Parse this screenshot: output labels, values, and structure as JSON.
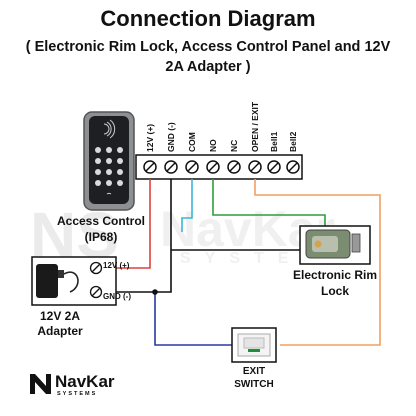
{
  "header": {
    "title": "Connection Diagram",
    "subtitle": "( Electronic Rim Lock, Access Control Panel and 12V 2A Adapter )"
  },
  "terminal_block": {
    "labels": [
      "12V (+)",
      "GND (-)",
      "COM",
      "NO",
      "NC",
      "OPEN / EXIT",
      "Bell1",
      "Bell2"
    ]
  },
  "devices": {
    "access_control": "Access Control",
    "access_control_rating": "(IP68)",
    "rim_lock": "Electronic Rim",
    "rim_lock_line2": "Lock",
    "adapter": "12V 2A",
    "adapter_line2": "Adapter",
    "exit_switch": "EXIT",
    "exit_switch_line2": "SWITCH",
    "adapter_pos": "12V (+)",
    "adapter_neg": "GND (-)"
  },
  "brand": {
    "name": "NavKar",
    "tagline": "SYSTEMS",
    "watermark": "NavKar",
    "watermark_sub": "SYSTEMS"
  },
  "colors": {
    "red_wire": "#e0403a",
    "blue_wire": "#2a3a9e",
    "cyan_wire": "#3bb6d6",
    "green_wire": "#2e9e3a",
    "orange_wire": "#f0a060",
    "black_wire": "#111111"
  }
}
